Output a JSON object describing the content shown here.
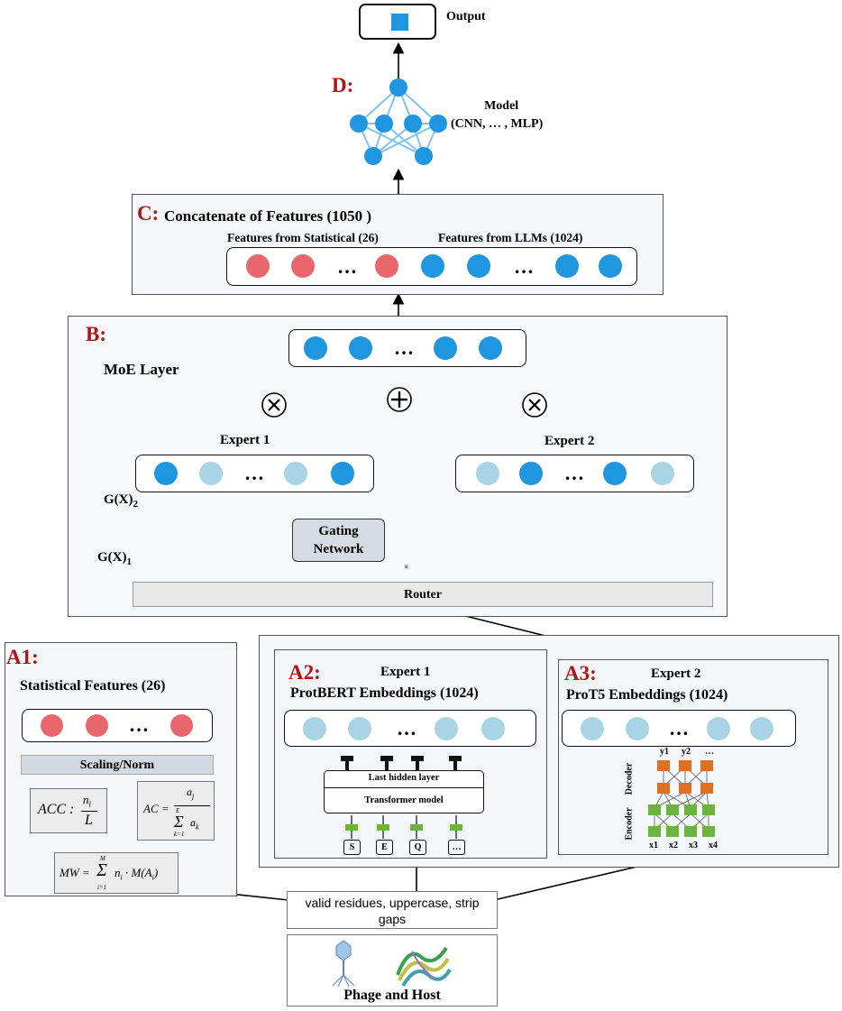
{
  "output": {
    "label": "Output"
  },
  "d": {
    "tag": "D:",
    "model_line1": "Model",
    "model_line2": "(CNN, … , MLP)"
  },
  "c": {
    "tag": "C:",
    "title": "Concatenate of Features (1050 )",
    "stat_label": "Features from Statistical (26)",
    "llm_label": "Features from LLMs (1024)",
    "ellipsis": "…"
  },
  "b": {
    "tag": "B:",
    "moe_label": "MoE Layer",
    "expert1": "Expert 1",
    "expert2": "Expert 2",
    "g2": "G(X)",
    "g2_sub": "2",
    "g1": "G(X)",
    "g1_sub": "1",
    "gating_line1": "Gating",
    "gating_line2": "Network",
    "router": "Router",
    "ellipsis": "…",
    "times": "×"
  },
  "a1": {
    "tag": "A1:",
    "title": "Statistical Features (26)",
    "scaling": "Scaling/Norm",
    "ellipsis": "…"
  },
  "a2": {
    "tag": "A2:",
    "title1": "Expert 1",
    "title2": "ProtBERT Embeddings (1024)",
    "last_hidden": "Last hidden layer",
    "transformer": "Transformer model",
    "tokens": [
      "S",
      "E",
      "Q",
      "…"
    ],
    "ellipsis": "…"
  },
  "a3": {
    "tag": "A3:",
    "title1": "Expert 2",
    "title2": "ProT5 Embeddings (1024)",
    "decoder": "Decoder",
    "encoder": "Encoder",
    "y_labels": [
      "y1",
      "y2",
      "…"
    ],
    "x_labels": [
      "x1",
      "x2",
      "x3",
      "x4"
    ],
    "ellipsis": "…"
  },
  "preprocess": {
    "line1": "valid residues,  uppercase,  strip",
    "line2": "gaps"
  },
  "input": {
    "label": "Phage and Host"
  },
  "colors": {
    "red_dot": "#e8666c",
    "blue_dot": "#1e96e0",
    "light_dot": "#a9d4e6",
    "tag_red": "#b01515",
    "orange": "#e07020",
    "green": "#6cb33f"
  }
}
